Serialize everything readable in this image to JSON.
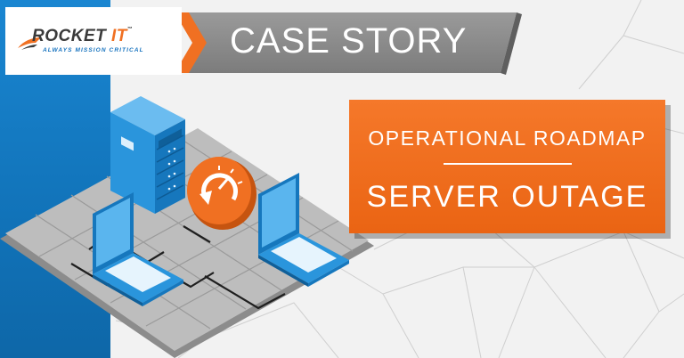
{
  "logo": {
    "word_main": "ROCKET",
    "word_accent": " IT",
    "trademark": "™",
    "tagline": "ALWAYS MISSION CRITICAL"
  },
  "banner": {
    "title": "CASE STORY"
  },
  "panel": {
    "title": "OPERATIONAL ROADMAP",
    "subtitle": "SERVER OUTAGE"
  },
  "colors": {
    "brand_orange": "#f07022",
    "brand_blue": "#1773bf",
    "banner_gray": "#8a8a8a",
    "device_blue": "#2a95dc"
  },
  "icons": [
    "rocket-swoosh-icon",
    "server-rack-icon",
    "speedometer-refresh-icon",
    "laptop-icon",
    "laptop-icon"
  ]
}
